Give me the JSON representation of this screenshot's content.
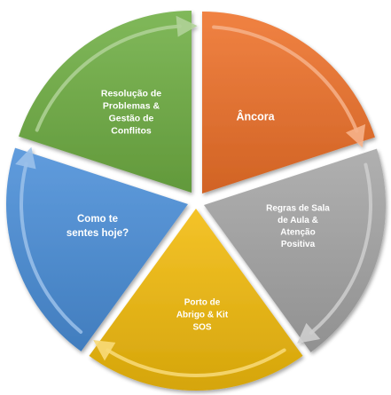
{
  "diagram": {
    "segments": [
      {
        "id": "ancora",
        "lines": [
          "Âncora"
        ],
        "color": "#ee7129"
      },
      {
        "id": "regras",
        "lines": [
          "Regras de Sala",
          "de Aula &",
          "Atenção",
          "Positiva"
        ],
        "color": "#a5a5a5"
      },
      {
        "id": "porto",
        "lines": [
          "Porto de",
          "Abrigo & Kit",
          "SOS"
        ],
        "color": "#f2bb0c"
      },
      {
        "id": "como",
        "lines": [
          "Como te",
          "sentes hoje?"
        ],
        "color": "#4a8ed8"
      },
      {
        "id": "resolucao",
        "lines": [
          "Resolução de",
          "Problemas &",
          "Gestão de",
          "Conflitos"
        ],
        "color": "#6fae43"
      }
    ]
  }
}
